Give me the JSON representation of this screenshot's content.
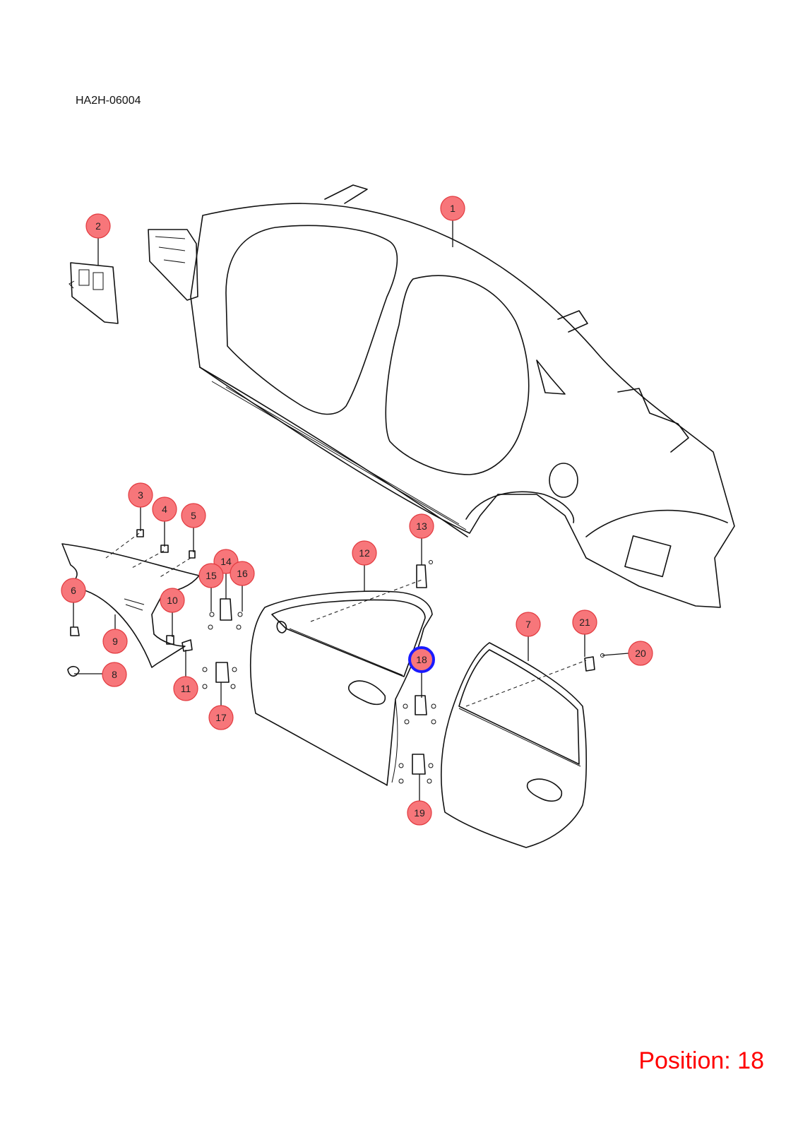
{
  "diagram": {
    "code": "HA2H-06004",
    "position_label": "Position: 18",
    "selected": "18",
    "colors": {
      "callout_fill": "#f7767a",
      "callout_stroke": "#e23a3f",
      "selected_stroke": "#1a1aff",
      "position_text": "#ff0000"
    },
    "callouts": [
      "1",
      "2",
      "3",
      "4",
      "5",
      "6",
      "7",
      "8",
      "9",
      "10",
      "11",
      "12",
      "13",
      "14",
      "15",
      "16",
      "17",
      "18",
      "19",
      "20",
      "21"
    ]
  }
}
